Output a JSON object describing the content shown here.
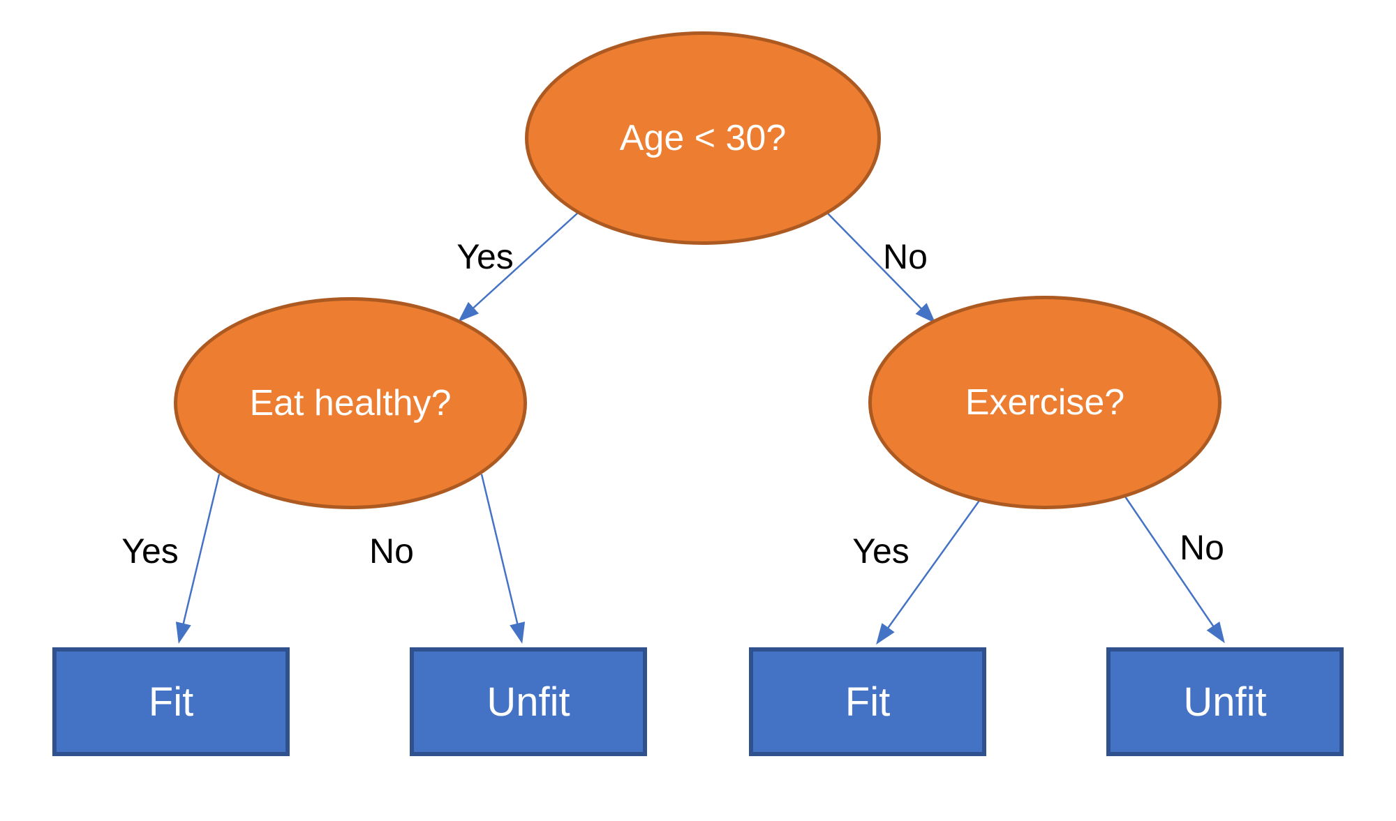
{
  "diagram": {
    "type": "decision-tree",
    "nodes": {
      "root": {
        "label": "Age < 30?"
      },
      "eat_healthy": {
        "label": "Eat healthy?"
      },
      "exercise": {
        "label": "Exercise?"
      },
      "leaf_fit_left": {
        "label": "Fit"
      },
      "leaf_unfit_left": {
        "label": "Unfit"
      },
      "leaf_fit_right": {
        "label": "Fit"
      },
      "leaf_unfit_right": {
        "label": "Unfit"
      }
    },
    "edge_labels": {
      "root_yes": "Yes",
      "root_no": "No",
      "eat_yes": "Yes",
      "eat_no": "No",
      "exercise_yes": "Yes",
      "exercise_no": "No"
    },
    "colors": {
      "decision_fill": "#ED7D31",
      "decision_border": "#AC5A21",
      "leaf_fill": "#4472C4",
      "leaf_border": "#2F528F",
      "connector": "#4472C4",
      "node_text": "#FFFFFF",
      "edge_label_text": "#000000",
      "background": "#FFFFFF"
    }
  }
}
